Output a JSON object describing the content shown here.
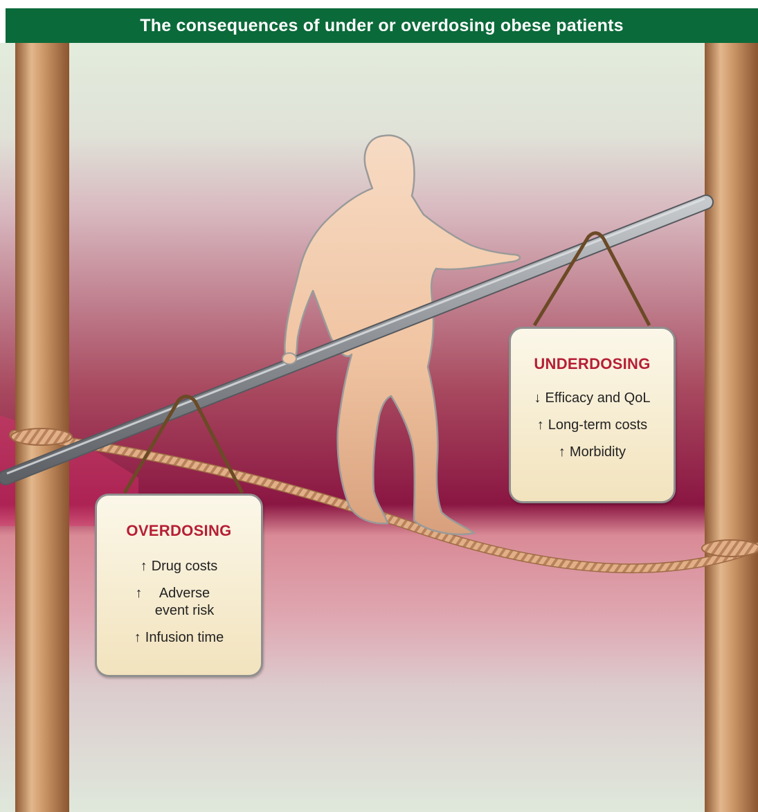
{
  "title": "The consequences of under or overdosing obese patients",
  "underdosing": {
    "title": "UNDERDOSING",
    "items": [
      {
        "arrow": "↓",
        "text": "Efficacy and QoL"
      },
      {
        "arrow": "↑",
        "text": "Long-term costs"
      },
      {
        "arrow": "↑",
        "text": "Morbidity"
      }
    ]
  },
  "overdosing": {
    "title": "OVERDOSING",
    "items": [
      {
        "arrow": "↑",
        "text": "Drug costs"
      },
      {
        "arrow": "↑",
        "text": "Adverse event risk"
      },
      {
        "arrow": "↑",
        "text": "Infusion time"
      }
    ]
  },
  "colors": {
    "title_bar": "#0b6a3a",
    "sign_title": "#b61f35",
    "background_light": "#e3ecdf",
    "background_crimson": "#8e1a45",
    "figure": "#f0c8a8",
    "pole": "#c79263",
    "balance_bar": "#8c9096"
  }
}
